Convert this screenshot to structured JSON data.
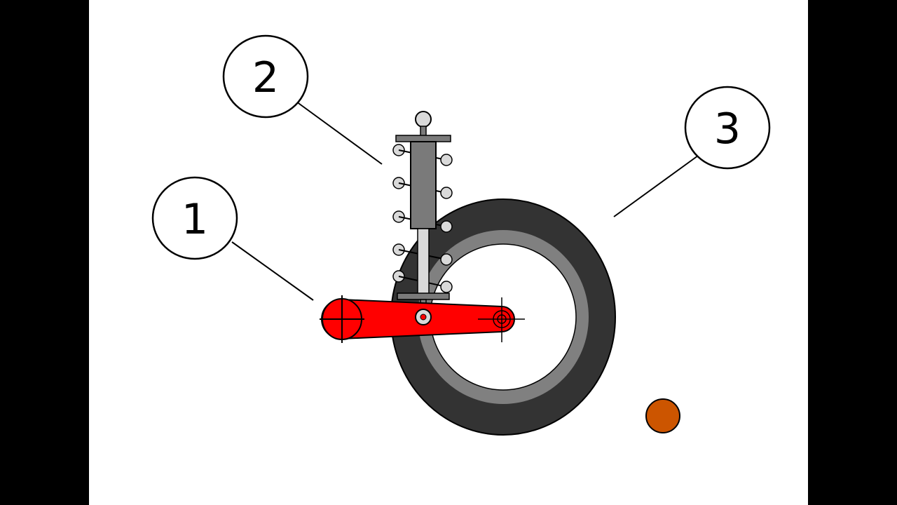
{
  "callouts": [
    {
      "label": "1"
    },
    {
      "label": "2"
    },
    {
      "label": "3"
    }
  ],
  "colors": {
    "arm": "#ff0000",
    "tire": "#333333",
    "rim": "#808080",
    "damper": "#7a7a7a",
    "spring_coil": "#d9d9d9",
    "marker": "#cc5500",
    "outline": "#000000",
    "background": "#ffffff",
    "letterbox": "#000000"
  },
  "icons": {
    "marker": "orange-circle-marker"
  }
}
